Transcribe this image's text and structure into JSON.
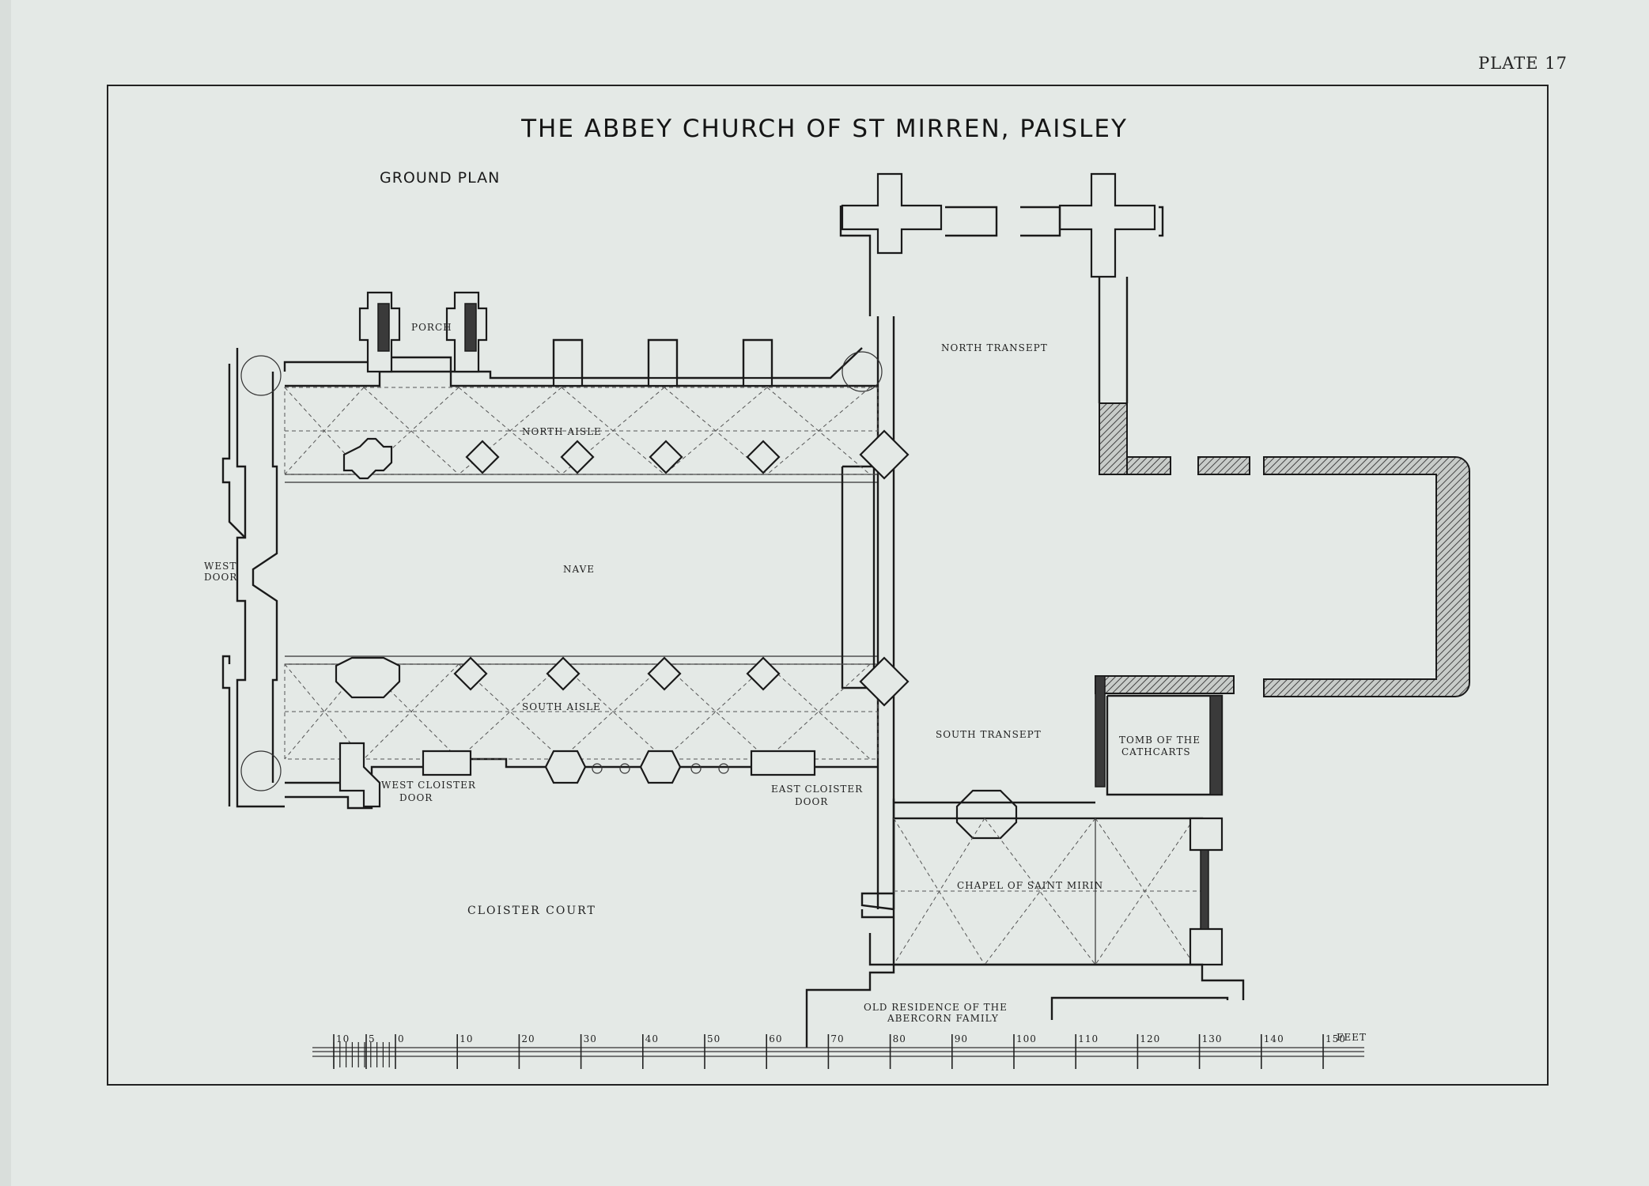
{
  "plate": "PLATE 17",
  "title": "THE ABBEY CHURCH OF ST MIRREN, PAISLEY",
  "subtitle": "GROUND PLAN",
  "rooms": {
    "porch": "PORCH",
    "north_aisle": "NORTH AISLE",
    "north_transept": "NORTH TRANSEPT",
    "nave": "NAVE",
    "west_door_1": "WEST",
    "west_door_2": "DOOR",
    "south_aisle": "SOUTH AISLE",
    "south_transept": "SOUTH TRANSEPT",
    "tomb_1": "TOMB OF THE",
    "tomb_2": "CATHCARTS",
    "west_cloister_1": "WEST CLOISTER",
    "west_cloister_2": "DOOR",
    "east_cloister_1": "EAST CLOISTER",
    "east_cloister_2": "DOOR",
    "chapel": "CHAPEL OF SAINT MIRIN",
    "cloister_court": "CLOISTER COURT",
    "residence_1": "OLD RESIDENCE OF THE",
    "residence_2": "ABERCORN FAMILY"
  },
  "scale": {
    "ticks": [
      "10",
      "5",
      "0",
      "10",
      "20",
      "30",
      "40",
      "50",
      "60",
      "70",
      "80",
      "90",
      "100",
      "110",
      "120",
      "130",
      "140",
      "150"
    ],
    "unit": "FEET"
  }
}
